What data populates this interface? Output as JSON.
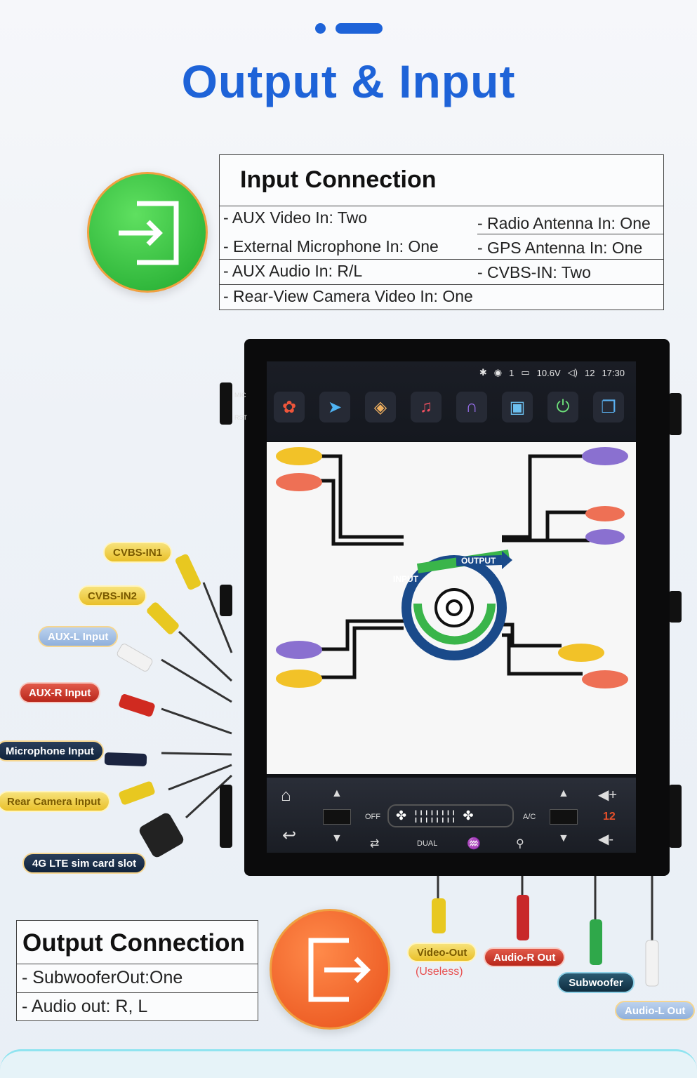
{
  "title": "Output & Input",
  "input_connection": {
    "heading": "Input Connection",
    "left": [
      "- AUX Video In: Two",
      "- External Microphone In: One",
      "- AUX Audio In: R/L",
      "- Rear-View Camera Video In: One"
    ],
    "right": [
      "- Radio Antenna In: One",
      "- GPS Antenna In: One",
      "- CVBS-IN: Two"
    ]
  },
  "output_connection": {
    "heading": "Output Connection",
    "rows": [
      "- SubwooferOut:One",
      "- Audio out: R, L"
    ]
  },
  "device": {
    "side_labels": {
      "mic": "MIC",
      "rst": "RST"
    },
    "status": {
      "voltage": "10.6V",
      "volume": "12",
      "time": "17:30",
      "sim": "1"
    },
    "apps": [
      "apps-icon",
      "navigation-icon",
      "layers-icon",
      "music-icon",
      "bluetooth-headset-icon",
      "radio-icon",
      "power-icon",
      "windows-icon"
    ],
    "diagram": {
      "input_label": "INPUT",
      "output_label": "OUTPUT"
    },
    "climate": {
      "off": "OFF",
      "ac": "A/C",
      "dual": "DUAL",
      "volume": "12"
    }
  },
  "input_cables": [
    "CVBS-IN1",
    "CVBS-IN2",
    "AUX-L Input",
    "AUX-R Input",
    "Microphone Input",
    "Rear Camera Input",
    "4G LTE sim card slot"
  ],
  "output_cables": {
    "video_out": "Video-Out",
    "useless": "(Useless)",
    "audio_r": "Audio-R Out",
    "subwoofer": "Subwoofer",
    "audio_l": "Audio-L Out"
  },
  "colors": {
    "accent": "#1e63d8",
    "green": "#2fbf3a",
    "orange": "#ef5a1e"
  }
}
